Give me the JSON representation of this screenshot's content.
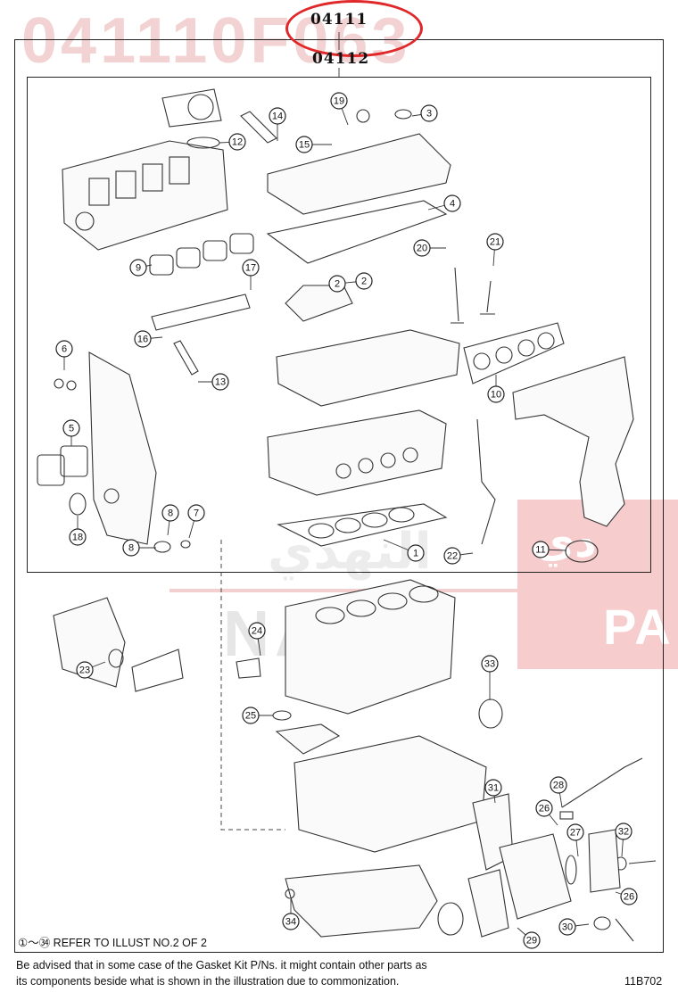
{
  "header": {
    "part_number": "04111",
    "sub_part_number": "04112",
    "watermark_code": "041110F063"
  },
  "watermark": {
    "brand_latin": "NAHDI",
    "brand_arabic": "النهدي",
    "side_banner_latin": "PA",
    "side_banner_arabic": "دي"
  },
  "colors": {
    "highlight_circle": "#e0282a",
    "watermark": "#f2d2d2"
  },
  "callouts": [
    "1",
    "2",
    "2",
    "3",
    "4",
    "5",
    "6",
    "7",
    "8",
    "8",
    "9",
    "10",
    "11",
    "12",
    "13",
    "14",
    "15",
    "16",
    "17",
    "18",
    "19",
    "20",
    "21",
    "22",
    "23",
    "24",
    "25",
    "26",
    "26",
    "27",
    "28",
    "29",
    "30",
    "31",
    "32",
    "33",
    "34"
  ],
  "notes": {
    "refer": "①〜㉞ REFER TO ILLUST NO.2 OF 2",
    "footnote_line1": "Be advised that in some case of the Gasket Kit P/Ns.  it might contain other parts as",
    "footnote_line2": "its components beside what is shown in the illustration due to commonization.",
    "diagram_code": "11B702"
  }
}
